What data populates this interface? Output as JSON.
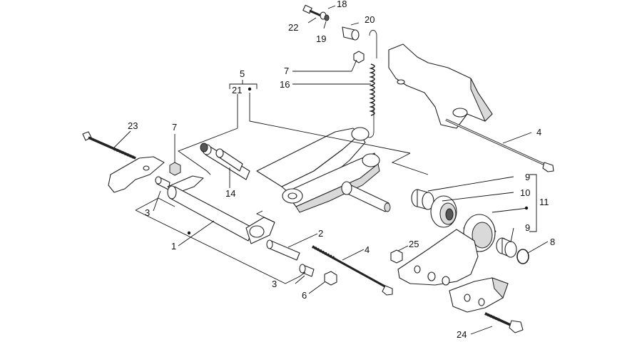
{
  "callouts": {
    "c1": "1",
    "c2": "2",
    "c3a": "3",
    "c3b": "3",
    "c4a": "4",
    "c4b": "4",
    "c5": "5",
    "c6": "6",
    "c7a": "7",
    "c7b": "7",
    "c8": "8",
    "c9a": "9",
    "c9b": "9",
    "c10": "10",
    "c11": "11",
    "c14": "14",
    "c16": "16",
    "c18": "18",
    "c19": "19",
    "c20": "20",
    "c21": "21",
    "c22": "22",
    "c23": "23",
    "c24": "24",
    "c25": "25"
  }
}
